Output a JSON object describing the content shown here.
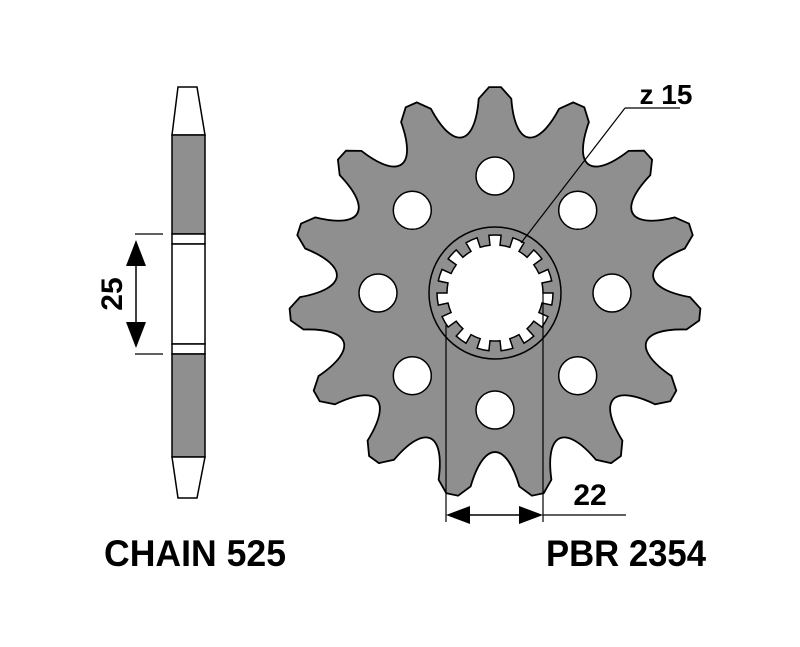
{
  "colors": {
    "metal": "#8f8f8f",
    "outline": "#000000",
    "background": "#ffffff"
  },
  "side_view": {
    "dimension_label": "25",
    "caption": "CHAIN 525"
  },
  "sprocket": {
    "teeth_label": "z 15",
    "teeth_count": 15,
    "holes_count": 8,
    "spline_count": 15,
    "dimension_label": "22",
    "part_number": "PBR 2354"
  }
}
